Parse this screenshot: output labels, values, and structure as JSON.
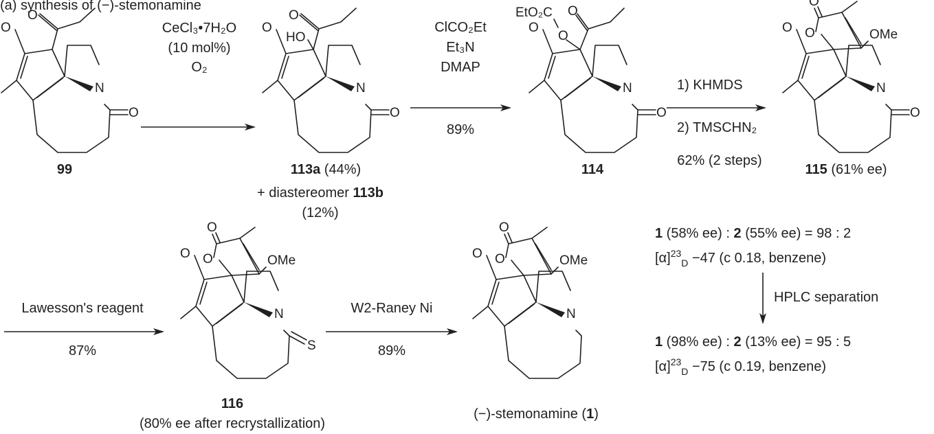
{
  "title": "(a) synthesis of (−)-stemonamine",
  "atoms": {
    "O": "O",
    "N": "N",
    "S": "S",
    "OMe": "OMe",
    "HO": "HO",
    "EtO2C": "EtO₂C"
  },
  "compounds": {
    "c99": {
      "label": "99"
    },
    "c113a": {
      "label": "113a",
      "yield": " (44%)"
    },
    "c113b": {
      "prefix": "+ diastereomer ",
      "label": "113b",
      "yield": "(12%)"
    },
    "c114": {
      "label": "114"
    },
    "c115": {
      "label": "115",
      "ee": " (61% ee)"
    },
    "c116": {
      "label": "116",
      "note": "(80% ee after recrystallization)"
    },
    "c1": {
      "pre": "(−)-stemonamine (",
      "label": "1",
      "post": ")"
    }
  },
  "steps": [
    {
      "reagents": [
        "CeCl₃•7H₂O",
        "(10 mol%)",
        "O₂"
      ],
      "yield": ""
    },
    {
      "reagents": [
        "ClCO₂Et",
        "Et₃N",
        "DMAP"
      ],
      "yield": "89%"
    },
    {
      "reagents": [
        "1) KHMDS",
        "2) TMSCHN₂"
      ],
      "yield": "62% (2 steps)"
    },
    {
      "reagents": [
        "Lawesson's reagent"
      ],
      "yield": "87%"
    },
    {
      "reagents": [
        "W2-Raney Ni"
      ],
      "yield": "89%"
    }
  ],
  "results": {
    "before": {
      "ratio_pre": "1",
      "ratio_mid1": " (58% ee) : ",
      "ratio_b": "2",
      "ratio_mid2": " (55% ee) =  98 : 2",
      "rot_pre": "[α]",
      "rot_sup": "23",
      "rot_sub": "D",
      "rot_post": " −47 (c 0.18, benzene)"
    },
    "separation": "HPLC separation",
    "after": {
      "ratio_pre": "1",
      "ratio_mid1": " (98% ee) : ",
      "ratio_b": "2",
      "ratio_mid2": " (13% ee) =  95 : 5",
      "rot_pre": "[α]",
      "rot_sup": "23",
      "rot_sub": "D",
      "rot_post": " −75 (c 0.19, benzene)"
    }
  }
}
